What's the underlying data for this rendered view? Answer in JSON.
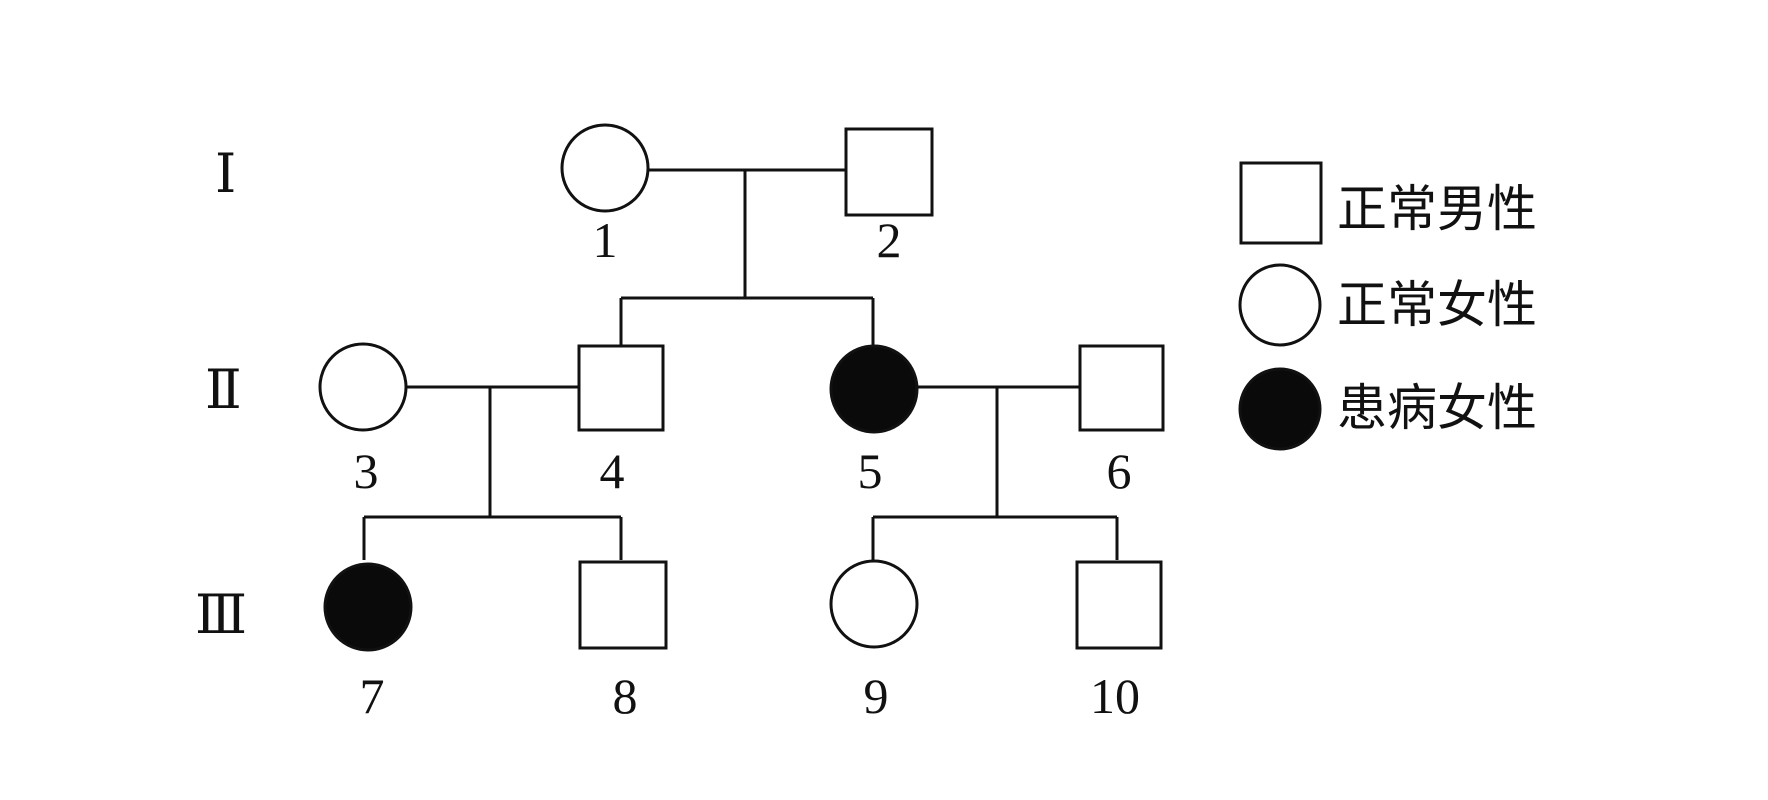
{
  "generations": [
    {
      "id": "I",
      "label": "Ⅰ"
    },
    {
      "id": "II",
      "label": "Ⅱ"
    },
    {
      "id": "III",
      "label": "Ⅲ"
    }
  ],
  "individuals": [
    {
      "id": "1",
      "sex": "female",
      "affected": false
    },
    {
      "id": "2",
      "sex": "male",
      "affected": false
    },
    {
      "id": "3",
      "sex": "female",
      "affected": false
    },
    {
      "id": "4",
      "sex": "male",
      "affected": false
    },
    {
      "id": "5",
      "sex": "female",
      "affected": true
    },
    {
      "id": "6",
      "sex": "male",
      "affected": false
    },
    {
      "id": "7",
      "sex": "female",
      "affected": true
    },
    {
      "id": "8",
      "sex": "male",
      "affected": false
    },
    {
      "id": "9",
      "sex": "female",
      "affected": false
    },
    {
      "id": "10",
      "sex": "male",
      "affected": false
    }
  ],
  "legend": [
    {
      "symbol": "square-open",
      "label": "正常男性"
    },
    {
      "symbol": "circle-open",
      "label": "正常女性"
    },
    {
      "symbol": "circle-filled",
      "label": "患病女性"
    }
  ],
  "colors": {
    "line": "#111111",
    "affected_fill": "#0a0a0a",
    "normal_fill": "#ffffff",
    "background": "#ffffff"
  }
}
